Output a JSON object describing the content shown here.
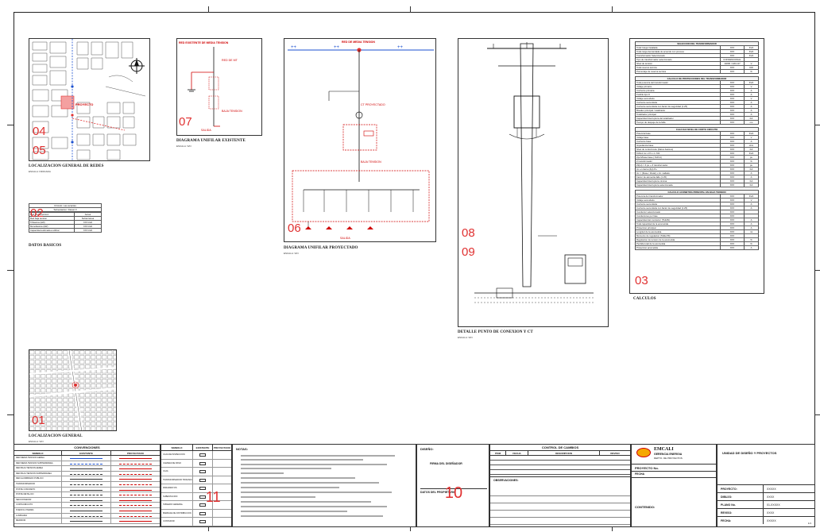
{
  "sections": {
    "loc_redes": {
      "title": "LOCALIZACION GENERAL DE REDES",
      "scale": "ESCALA: INDICADA",
      "proyecto": "PROYECTO",
      "num_a": "04",
      "num_b": "05"
    },
    "datos": {
      "title": "DATOS BASICOS",
      "num": "02",
      "circuit": "Circuito: Las acacias",
      "sub": "Subestacion: Diesel II",
      "rows": [
        [
          "Red media tension",
          "Aerea"
        ],
        [
          "Red baja tension",
          "Subterranea"
        ],
        [
          "Trifasicos (kW)",
          "XXX kVA"
        ],
        [
          "Monofasicos (kW)",
          "XXX kVA"
        ],
        [
          "Capacidad estimada a utilizar",
          "XXX kVA"
        ]
      ]
    },
    "unifilar_exist": {
      "title": "DIAGRAMA UNIFILAR EXISTENTE",
      "scale": "ESCALA: S/N",
      "num": "07",
      "top": "RED EXISTENTE DE MEDIA TENSION"
    },
    "unifilar_proy": {
      "title": "DIAGRAMA UNIFILAR PROYECTADO",
      "scale": "ESCALA: S/N",
      "num": "06",
      "top": "RED DE MEDIA TENSION"
    },
    "detalle": {
      "title": "DETALLE PUNTO DE CONEXION Y CT",
      "scale": "ESCALA: S/N",
      "num_a": "08",
      "num_b": "09"
    },
    "calculos": {
      "title": "CALCULOS",
      "num": "03"
    },
    "loc_general": {
      "title": "LOCALIZACION GENERAL",
      "scale": "ESCALA: S/N",
      "num": "01"
    }
  },
  "calc": {
    "t1": {
      "title": "SELECCION DEL TRANSFORMADOR",
      "rows": [
        [
          "Total Carga Instalada",
          "XXX",
          "KVA"
        ],
        [
          "Total carga demandada de acuerdo con proceso",
          "XXX",
          "KVA"
        ],
        [
          "Transformador Seleccionado",
          "XXX",
          "KVA"
        ],
        [
          "Tipo de transformador seleccionado",
          "CONVENCIONAL",
          ""
        ],
        [
          "Nivel de tension",
          "13200 / 220-127",
          "V"
        ],
        [
          "Total reserva tecnica",
          "XXX",
          "KW"
        ],
        [
          "Porcentaje de reserva tecnica",
          "XXX",
          "%"
        ]
      ]
    },
    "t2": {
      "title": "CALCULO DE PROTECCIONES DEL TRANSFORMADOR",
      "rows": [
        [
          "Total potencia del transformador",
          "XXX",
          "KVA"
        ],
        [
          "Voltaje primario",
          "XXX",
          "V"
        ],
        [
          "Corriente primaria",
          "XXX",
          "A"
        ],
        [
          "Fusible tipo K",
          "XXX",
          "A"
        ],
        [
          "Voltaje secundario",
          "XXX",
          "V"
        ],
        [
          "Corriente secundaria",
          "XXX",
          "A"
        ],
        [
          "Corriente secundaria con factor de seguridad (1.25)",
          "XXX",
          "A"
        ],
        [
          "Breaker principal / totalizador",
          "XXX",
          "A"
        ],
        [
          "Totalizador principal",
          "XXX",
          "A"
        ],
        [
          "Capacidad interruptora del totalizador",
          "XXX",
          "KA"
        ],
        [
          "Tiempo de despeje de la falla",
          "XXX",
          "ms"
        ]
      ]
    },
    "t3": {
      "title": "CALCULO NIVEL DE CORTO CIRCUITO",
      "rows": [
        [
          "Potencia base",
          "XXX",
          "KVA"
        ],
        [
          "Voltaje base",
          "XXX",
          "V"
        ],
        [
          "Corriente base",
          "XXX",
          "A"
        ],
        [
          "Impedancia base",
          "XXX",
          "ohm"
        ],
        [
          "Nivel de cortocircuito (Datos basicos)",
          "XXX",
          "KA"
        ],
        [
          "KVAcc/ kv x KV x 1.732",
          "XXX",
          "KVA"
        ],
        [
          "Zpu/Vbase base ( KVA lc)",
          "XXX",
          "pu"
        ],
        [
          "Z transformador",
          "XXX",
          "%"
        ],
        [
          "Zt(tot) = Z pu + Z transformador",
          "XXX",
          "pu"
        ],
        [
          "Icc en barra (Zpt) Pu",
          "XXX",
          "KA"
        ],
        [
          "Icc = (Ibase / Ztotal) x Icc mallado",
          "XXX",
          "A"
        ],
        [
          "Factor de asimetria fallo (1.25)",
          "XXX",
          "A"
        ],
        [
          "Capacidad interruptora minima",
          "XXX",
          "KA"
        ],
        [
          "Capacidad interruptora seleccionada",
          "XXX",
          "KA"
        ]
      ]
    },
    "t4": {
      "title": "CALCULO ACOMETIDA PRINCIPAL EN BAJA TENSION",
      "rows": [
        [
          "Potencia del transformador",
          "XXX",
          "KVA"
        ],
        [
          "Voltaje secundario",
          "XXX",
          "V"
        ],
        [
          "Corriente secundaria",
          "XXX",
          "A"
        ],
        [
          "Corriente secundaria con factor de seguridad (1.25)",
          "XXX",
          "A"
        ],
        [
          "Conductor seleccionado",
          "XXX",
          ""
        ],
        [
          "Conductores por fase",
          "XXX",
          ""
        ],
        [
          "Capacidad del conductor (THHW)",
          "XXX",
          "A"
        ],
        [
          "Total capacidad de la acometida",
          "XXX",
          "A"
        ],
        [
          "Proteccion principal",
          "XXX",
          "A"
        ],
        [
          "Longitud de la acometida",
          "XXX",
          "mt"
        ],
        [
          "Momento de regulacion (Tabla 56)",
          "XXX",
          ""
        ],
        [
          "Regulacion de tension de la acometida",
          "XXX",
          "%"
        ],
        [
          "Perdida total de la acometida",
          "XXX",
          "%"
        ],
        [
          "Proteccion acometida",
          "XXX",
          "A"
        ]
      ]
    }
  },
  "titleblock": {
    "convenciones": "CONVENCIONES",
    "conv_cols": [
      "SIMBOLO",
      "EXISTENTE",
      "PROYECTADO"
    ],
    "conv_rows": [
      "RED MEDIA TENSION AEREA",
      "RED MEDIA TENSION SUBTERRANEA",
      "RED BAJA TENSION AEREA",
      "RED BAJA TENSION SUBTERRANEA",
      "RED ALUMBRADO PUBLICO",
      "TRANSFORMADOR",
      "POSTE CONCRETO",
      "POSTE METALICO",
      "SECCIONADOR",
      "CORTACIRCUITO",
      "PUESTA A TIERRA",
      "LUMINARIA",
      "MEDIDOR"
    ],
    "conv2_cols": [
      "SIMBOLO",
      "EXISTENTE",
      "PROYECTADO"
    ],
    "conv2_rows": [
      "CAJA DE INSPECCION",
      "CAMARA DE PASO",
      "CAJA",
      "TRANSFORMADOR TRIFASICO",
      "PARARRAYOS",
      "SUBESTACION",
      "TABLERO GENERAL",
      "BARRAJE DE DISTRIBUCION",
      "CONTADOR"
    ],
    "num11": "11",
    "notas": "NOTAS:",
    "disenio": "DISEÑO:",
    "num10": "10",
    "firma": "FIRMA DEL DISEÑADOR",
    "datos_prop": "DATOS DEL PROPIETARIO",
    "control": "CONTROL DE CAMBIOS",
    "control_cols": [
      "ITEM",
      "FECHA",
      "DESCRIPCION",
      "REVISO"
    ],
    "observaciones": "OBSERVACIONES:",
    "logo": "EMCALI",
    "logo_sub1": "GERENCIA ENERGIA",
    "logo_sub2": "DEPTO. DE PROYECTOS",
    "proyecto": "PROYECTO No.",
    "fecha": "FECHA",
    "contenido": "CONTENIDO:",
    "right_title": "UNIDAD DE DISEÑO Y PROYECTOS",
    "right_rows": [
      [
        "PROYECTO:",
        "XXXXX"
      ],
      [
        "DIBUJO:",
        "XXXX"
      ],
      [
        "PLANO No.",
        "01-XXXXX"
      ],
      [
        "REVISO:",
        "XXXX"
      ],
      [
        "FECHA:",
        "XXXXX"
      ]
    ],
    "plancha": "1/1"
  }
}
